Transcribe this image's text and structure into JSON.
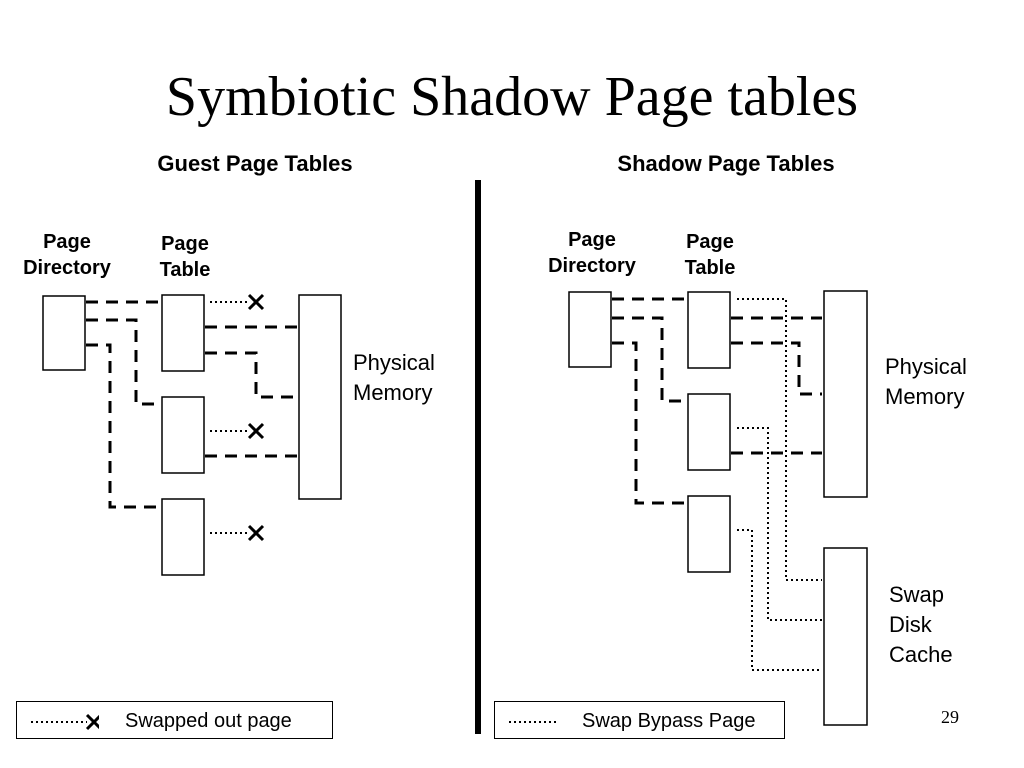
{
  "slide": {
    "title": "Symbiotic Shadow Page tables",
    "page_number": "29"
  },
  "guest": {
    "heading": "Guest Page Tables",
    "page_directory_label": "Page\nDirectory",
    "page_table_label": "Page\nTable",
    "memory_label": "Physical\nMemory"
  },
  "shadow": {
    "heading": "Shadow Page Tables",
    "page_directory_label": "Page\nDirectory",
    "page_table_label": "Page\nTable",
    "memory_label": "Physical\nMemory",
    "swap_label": "Swap\nDisk\nCache"
  },
  "legend": {
    "swapped_out": "Swapped out page",
    "swap_bypass": "Swap Bypass Page"
  }
}
